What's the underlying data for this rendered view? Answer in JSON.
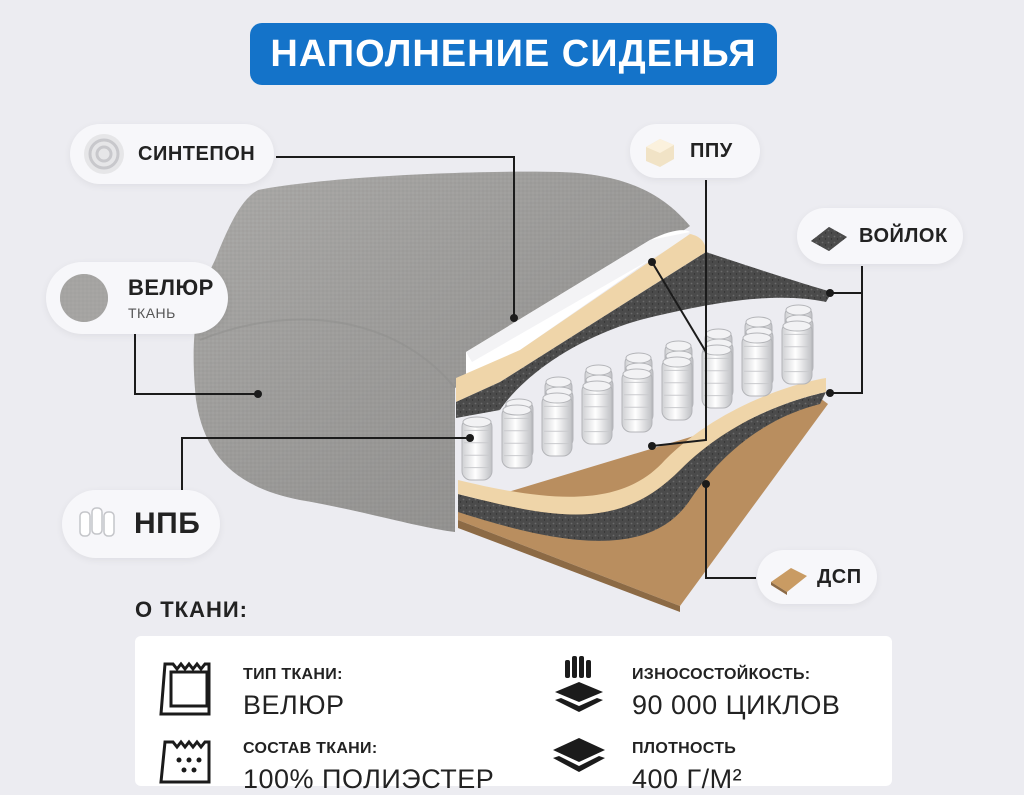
{
  "banner": {
    "title": "НАПОЛНЕНИЕ СИДЕНЬЯ"
  },
  "labels": {
    "sintepon": "СИНТЕПОН",
    "velour": "ВЕЛЮР",
    "velour_sub": "ТКАНЬ",
    "npb": "НПБ",
    "ppu": "ППУ",
    "voilok": "ВОЙЛОК",
    "dsp": "ДСП"
  },
  "about": {
    "title": "О ТКАНИ:",
    "items": [
      {
        "label": "ТИП ТКАНИ:",
        "value": "ВЕЛЮР",
        "icon": "fabric-swatch-icon"
      },
      {
        "label": "ИЗНОСОСТОЙКОСТЬ:",
        "value": "90 000 ЦИКЛОВ",
        "icon": "hand-layers-icon"
      },
      {
        "label": "СОСТАВ ТКАНИ:",
        "value": "100% ПОЛИЭСТЕР",
        "icon": "fabric-composition-icon"
      },
      {
        "label": "ПЛОТНОСТЬ",
        "value": "400 Г/М²",
        "icon": "density-layers-icon"
      }
    ]
  },
  "colors": {
    "banner": "#1473c9",
    "background": "#ececf1",
    "fabric": "#a9a8a6",
    "ppu": "#efd5a9",
    "felt": "#4a4a4a",
    "chipboard": "#b98e5f"
  }
}
